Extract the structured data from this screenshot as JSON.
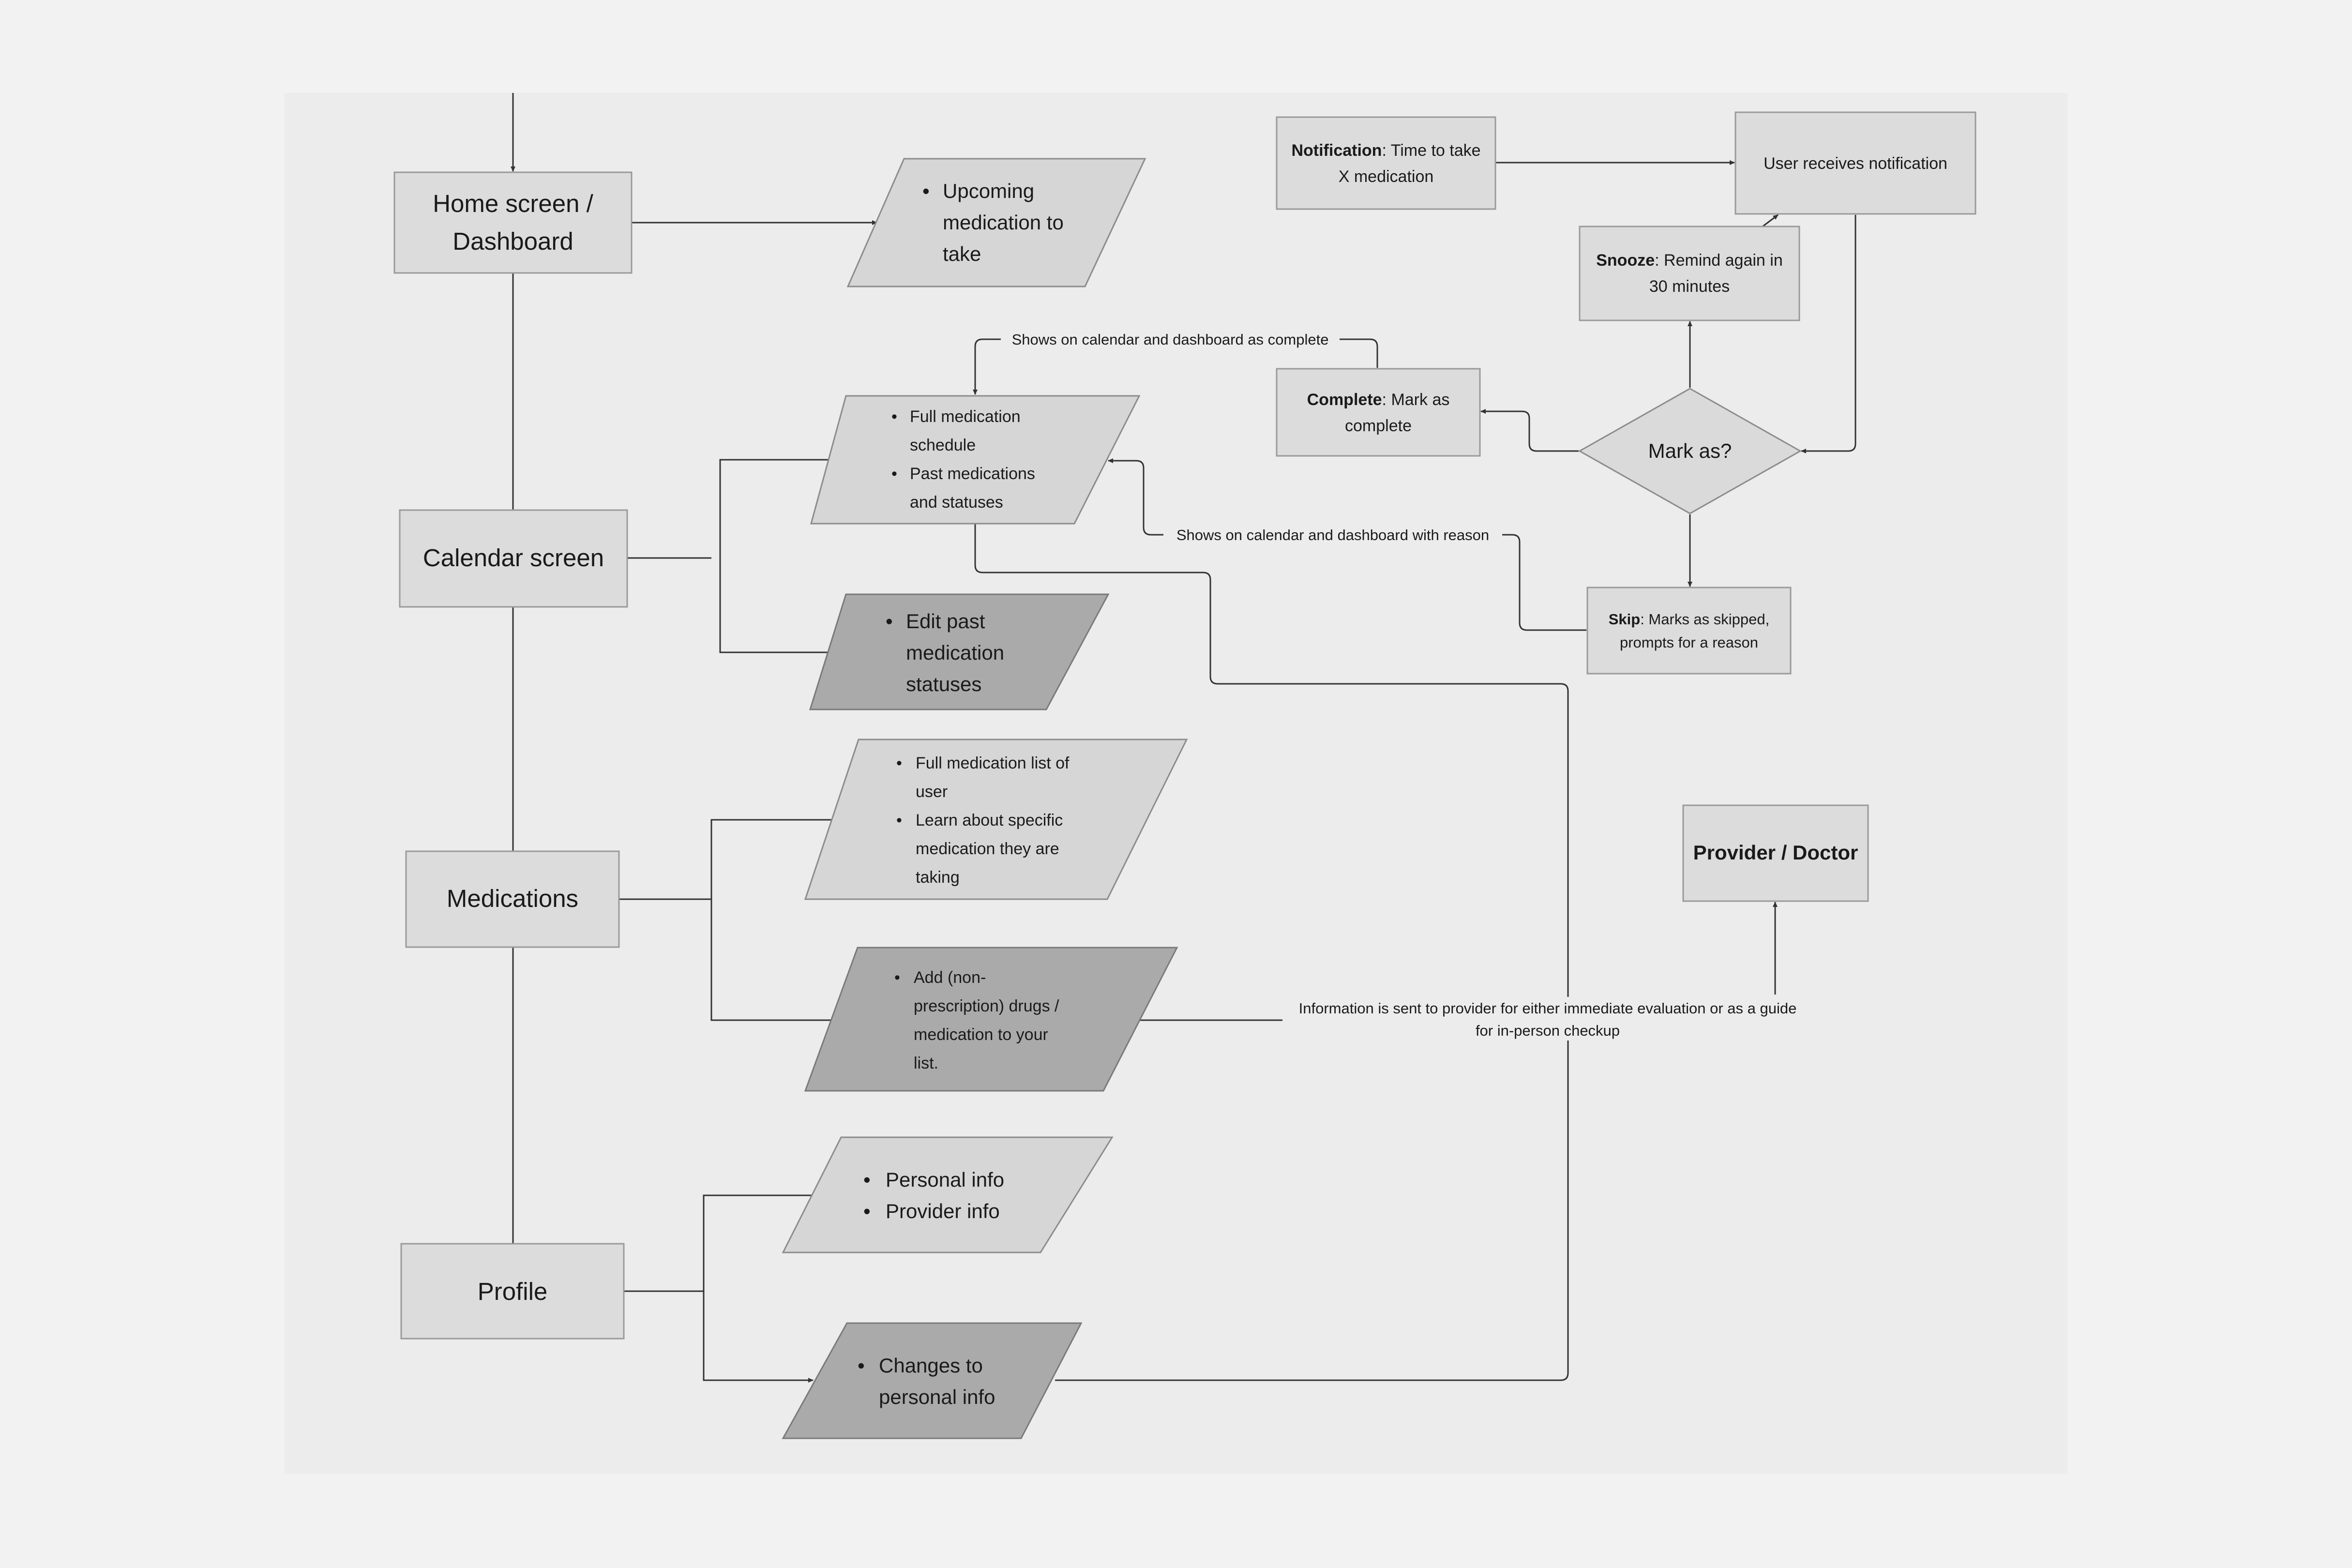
{
  "nodes": {
    "home": {
      "line1": "Home screen /",
      "line2": "Dashboard"
    },
    "calendar": {
      "label": "Calendar screen"
    },
    "medications": {
      "label": "Medications"
    },
    "profile": {
      "label": "Profile"
    },
    "upcoming": {
      "line1": "Upcoming",
      "line2": "medication to",
      "line3": "take"
    },
    "schedule": {
      "b1_l1": "Full medication",
      "b1_l2": "schedule",
      "b2_l1": "Past medications",
      "b2_l2": "and statuses"
    },
    "edit_past": {
      "line1": "Edit past",
      "line2": "medication",
      "line3": "statuses"
    },
    "med_list": {
      "b1_l1": "Full medication list of",
      "b1_l2": "user",
      "b2_l1": "Learn about specific",
      "b2_l2": "medication they are",
      "b2_l3": "taking"
    },
    "add_drugs": {
      "line1": "Add (non-",
      "line2": "prescription) drugs /",
      "line3": "medication to your",
      "line4": "list."
    },
    "personal": {
      "b1": "Personal info",
      "b2": "Provider info"
    },
    "changes": {
      "line1": "Changes to",
      "line2": "personal info"
    },
    "notification": {
      "bold": "Notification",
      "rest1": ": Time to take",
      "line2": "X medication"
    },
    "user_receives": {
      "label": "User receives notification"
    },
    "snooze": {
      "bold": "Snooze",
      "rest1": ": Remind again in",
      "line2": "30 minutes"
    },
    "complete": {
      "bold": "Complete",
      "rest1": ": Mark as",
      "line2": "complete"
    },
    "mark_as": {
      "label": "Mark as?"
    },
    "skip": {
      "bold": "Skip",
      "rest1": ": Marks as skipped,",
      "line2": "prompts for a reason"
    },
    "provider": {
      "label": "Provider / Doctor"
    }
  },
  "edge_labels": {
    "complete_label": "Shows on calendar and dashboard as complete",
    "skip_label": "Shows on calendar and dashboard with reason",
    "provider_label_l1": "Information is sent to provider for either immediate evaluation or as a guide",
    "provider_label_l2": "for in-person checkup"
  },
  "bullet": "•",
  "colors": {
    "background": "#f2f2f2",
    "canvas": "#ececec",
    "box": "#dcdcdc",
    "light_shape": "#d6d6d6",
    "dark_shape": "#aaaaaa",
    "line": "#333333"
  }
}
